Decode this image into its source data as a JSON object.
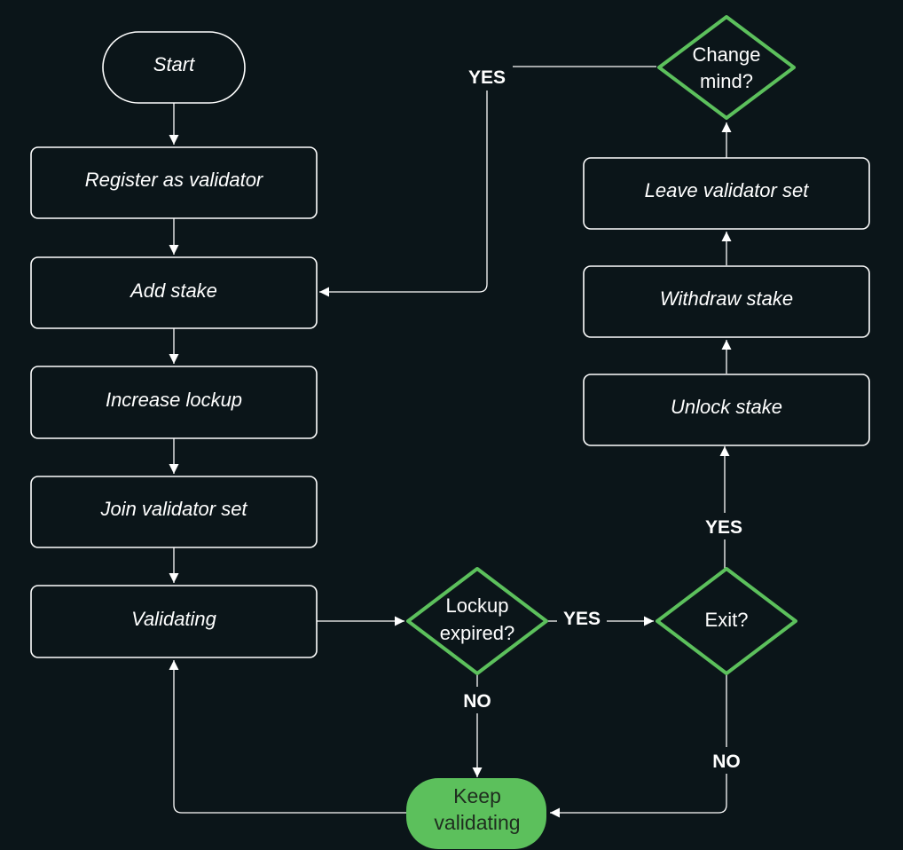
{
  "nodes": {
    "start": "Start",
    "register": "Register as validator",
    "add_stake": "Add stake",
    "increase_lockup": "Increase lockup",
    "join_set": "Join validator set",
    "validating": "Validating",
    "lockup_expired": [
      "Lockup",
      "expired?"
    ],
    "exit": "Exit?",
    "keep_validating": [
      "Keep",
      "validating"
    ],
    "unlock_stake": "Unlock stake",
    "withdraw_stake": "Withdraw stake",
    "leave_set": "Leave validator set",
    "change_mind": [
      "Change",
      "mind?"
    ]
  },
  "edge_labels": {
    "lockup_yes": "YES",
    "lockup_no": "NO",
    "exit_yes": "YES",
    "exit_no": "NO",
    "change_yes": "YES"
  },
  "colors": {
    "background": "#0b1519",
    "decision_green": "#5cc05c",
    "line": "#ffffff"
  }
}
